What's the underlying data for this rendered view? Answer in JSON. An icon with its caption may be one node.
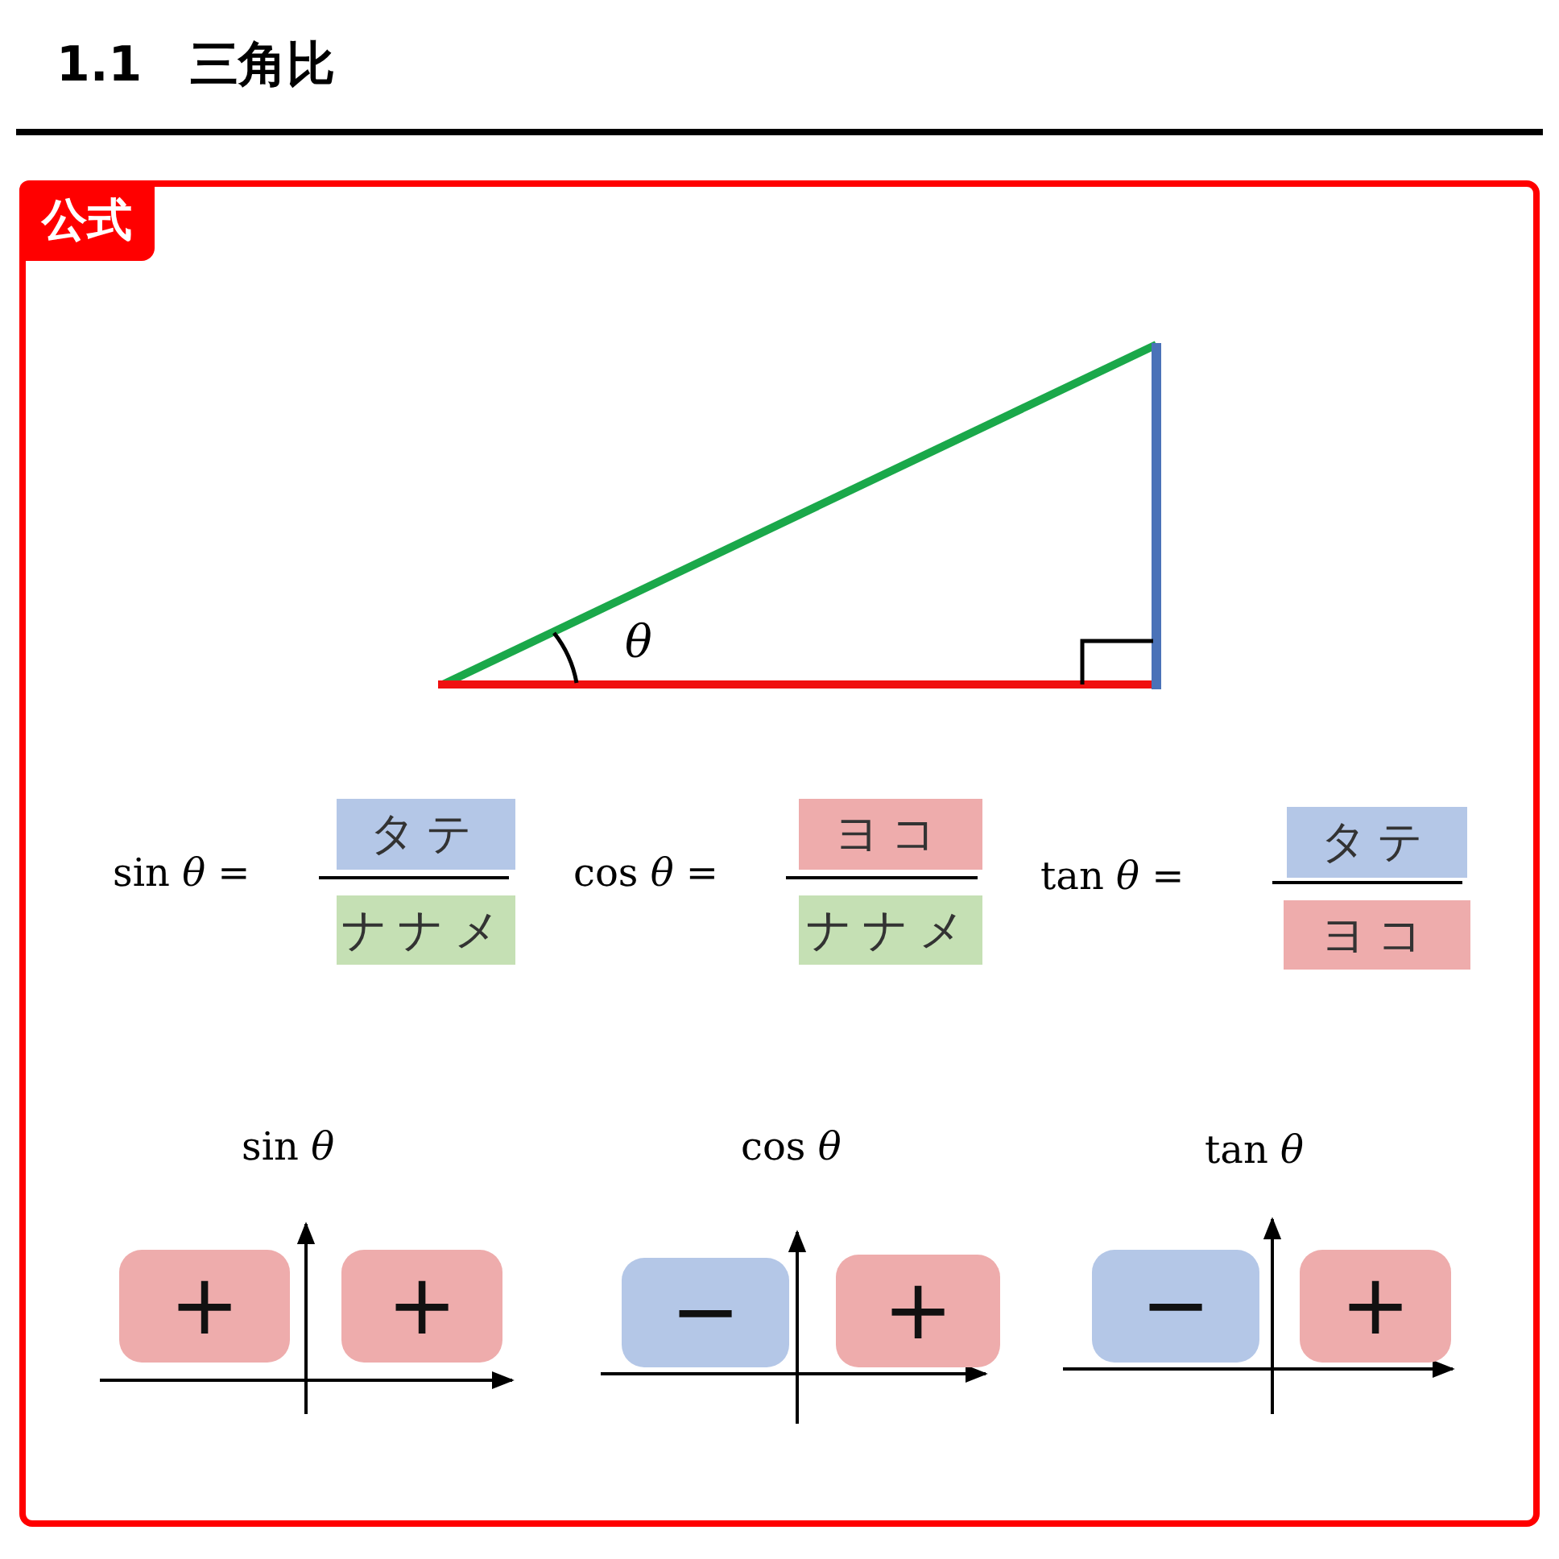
{
  "diagram": {
    "title": "1.1　三角比",
    "nodes": [
      {
        "text": [
          "公式"
        ]
      },
      {
        "text": [
          "タテ"
        ],
        "in": 0
      },
      {
        "text": [
          "ナナメ"
        ],
        "in": 0
      },
      {
        "text": [
          "ヨコ"
        ],
        "in": 0
      },
      {
        "text": [
          "ナナメ"
        ],
        "in": 0
      },
      {
        "text": [
          "タテ"
        ],
        "in": 0
      },
      {
        "text": [
          "ヨコ"
        ],
        "in": 0
      },
      {
        "text": [
          "+"
        ],
        "in": 0
      },
      {
        "text": [
          "+"
        ],
        "in": 0
      },
      {
        "text": [
          "−"
        ],
        "in": 0
      },
      {
        "text": [
          "+"
        ],
        "in": 0
      },
      {
        "text": [
          "−"
        ],
        "in": 0
      },
      {
        "text": [
          "+"
        ],
        "in": 0
      }
    ],
    "labels": [
      "θ",
      "sin *θ* =",
      "cos *θ* =",
      "tan *θ* =",
      "sin *θ*",
      "cos *θ*",
      "tan *θ*"
    ]
  }
}
